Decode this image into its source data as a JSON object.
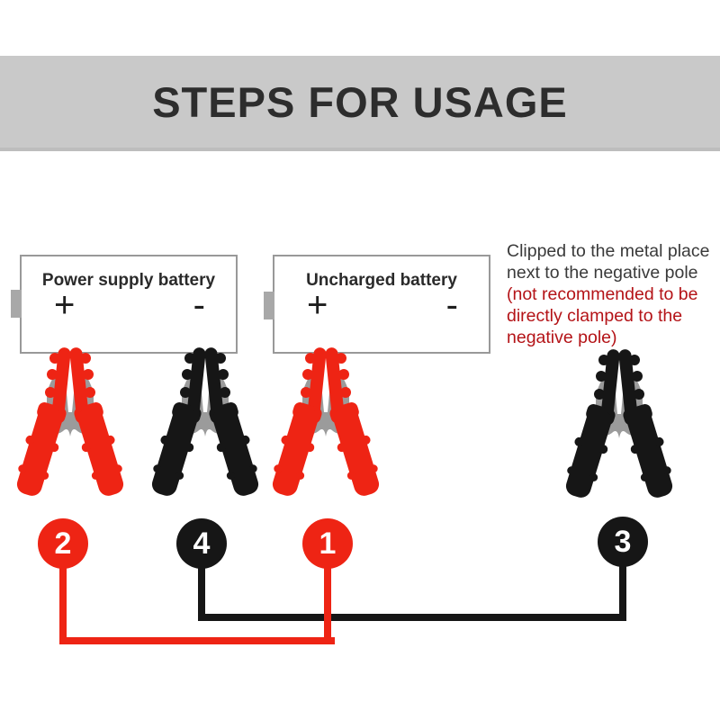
{
  "header": {
    "title": "STEPS FOR USAGE"
  },
  "batteries": [
    {
      "label": "Power supply battery",
      "positive_sign": "+",
      "negative_sign": "-"
    },
    {
      "label": "Uncharged battery",
      "positive_sign": "+",
      "negative_sign": "-"
    }
  ],
  "note": {
    "plain_lines": [
      "Clipped to the metal place",
      "next to the negative pole"
    ],
    "warning_lines": [
      "(not recommended to be",
      "directly clamped to the",
      "negative pole)"
    ]
  },
  "steps": [
    {
      "number": "2",
      "clamp_color": "red"
    },
    {
      "number": "4",
      "clamp_color": "black"
    },
    {
      "number": "1",
      "clamp_color": "red"
    },
    {
      "number": "3",
      "clamp_color": "black"
    }
  ],
  "colors": {
    "header_band": "#c9c9c9",
    "title_text": "#2d2d2d",
    "clamp_red": "#ee2414",
    "clamp_black": "#161616",
    "spring_gray": "#9b9b9b",
    "box_border": "#999999",
    "note_text": "#3a3a3a",
    "note_warning": "#b41317"
  }
}
